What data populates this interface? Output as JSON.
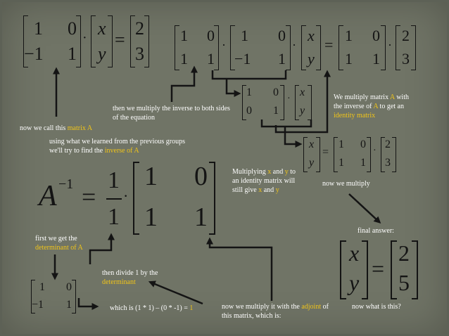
{
  "colors": {
    "background": "#707466",
    "math": "#141414",
    "note_text": "#ffffff",
    "highlight": "#f0c419"
  },
  "eq1": {
    "a11": "1",
    "a12": "0",
    "a21": "−1",
    "a22": "1",
    "dot": "·",
    "v1": "x",
    "v2": "y",
    "eq": "=",
    "b1": "2",
    "b2": "3"
  },
  "eq2": {
    "i11": "1",
    "i12": "0",
    "i21": "1",
    "i22": "1",
    "a11": "1",
    "a12": "0",
    "a21": "−1",
    "a22": "1",
    "dot": "·",
    "v1": "x",
    "v2": "y",
    "eq": "=",
    "j11": "1",
    "j12": "0",
    "j21": "1",
    "j22": "1",
    "b1": "2",
    "b2": "3"
  },
  "identity": {
    "r11": "1",
    "r12": "0",
    "r21": "0",
    "r22": "1",
    "dot": "·",
    "v1": "x",
    "v2": "y"
  },
  "eq3": {
    "v1": "x",
    "v2": "y",
    "eq": "=",
    "i11": "1",
    "i12": "0",
    "i21": "1",
    "i22": "1",
    "dot": "·",
    "b1": "2",
    "b2": "3"
  },
  "inverse": {
    "base": "A",
    "exp": "−1",
    "eq": "=",
    "num": "1",
    "den": "1",
    "dot": "·",
    "m11": "1",
    "m12": "0",
    "m21": "1",
    "m22": "1"
  },
  "small_matrix": {
    "m11": "1",
    "m12": "0",
    "m21": "−1",
    "m22": "1"
  },
  "answer": {
    "v1": "x",
    "v2": "y",
    "eq": "=",
    "b1": "2",
    "b2": "5"
  },
  "notes": {
    "call_matrix": "now we call this ",
    "call_matrix_hl": "matrix A",
    "using": "using what we learned from the previous groups we'll try to find the ",
    "using_hl": "inverse of A",
    "multiply_both": "then we multiply the inverse to both sides of the equation",
    "multiply_a1": "We multiply matrix ",
    "multiply_a_hl1": "A",
    "multiply_a2": " with the inverse of ",
    "multiply_a_hl2": "A",
    "multiply_a3": " to get  an ",
    "multiply_a_hl3": "identity matrix",
    "now_multiply": "now  we multiply",
    "identity1": "Multiplying ",
    "identity_x": "x",
    "identity2": " and ",
    "identity_y": "y",
    "identity3": " to an identity matrix will still give ",
    "identity_x2": "x",
    "identity4": " and ",
    "identity_y2": "y",
    "final_answer": "final answer:",
    "first_get": "first we get the ",
    "first_get_hl": "determinant of A",
    "divide": "then divide 1 by the ",
    "divide_hl": "determinant",
    "which_is": "which is (1 * 1) – (0 * -1)  = ",
    "which_is_hl": "1",
    "adjoint1": "now we multiply it with the ",
    "adjoint_hl": "adjoint",
    "adjoint2": " of this matrix, which is:",
    "what_is_this": "now what is this?"
  }
}
